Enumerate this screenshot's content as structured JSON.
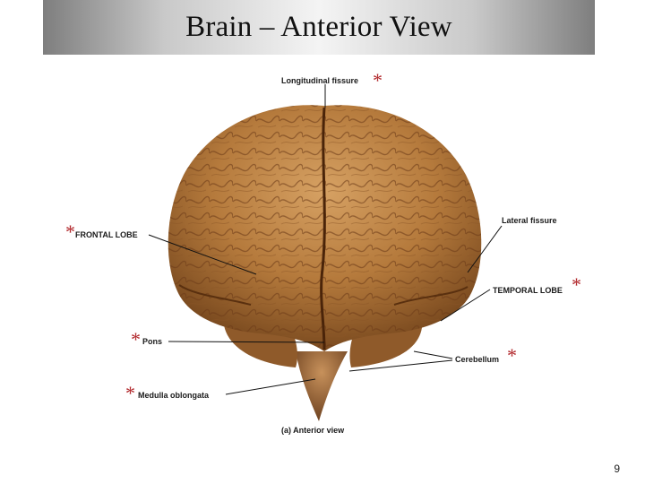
{
  "slide": {
    "title": "Brain – Anterior View",
    "page_number": "9"
  },
  "figure": {
    "caption": "(a)  Anterior view",
    "labels": {
      "longitudinal_fissure": "Longitudinal fissure",
      "frontal_lobe": "FRONTAL LOBE",
      "lateral_fissure": "Lateral fissure",
      "temporal_lobe": "TEMPORAL LOBE",
      "pons": "Pons",
      "cerebellum": "Cerebellum",
      "medulla_oblongata": "Medulla oblongata"
    },
    "marker": "*",
    "marker_color": "#b1272b",
    "brain_color": "#b57a3c"
  }
}
